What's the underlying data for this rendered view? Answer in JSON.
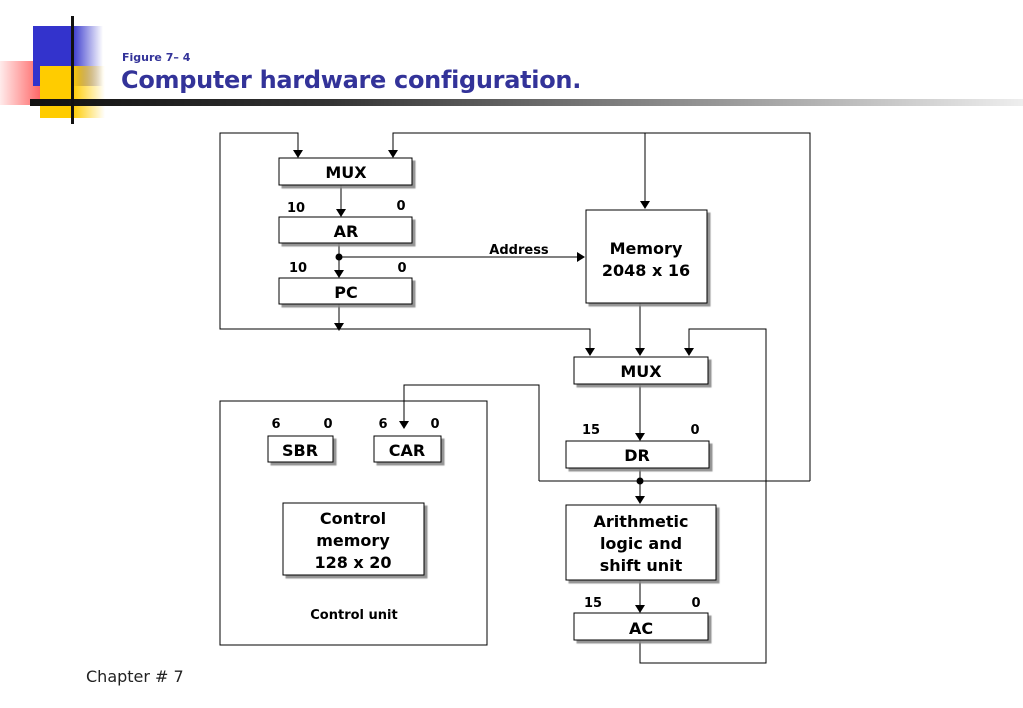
{
  "header": {
    "figure_number": "Figure 7– 4",
    "title": "Computer hardware configuration."
  },
  "footer": {
    "text": "Chapter # 7"
  },
  "diagram": {
    "blocks": {
      "mux_top": {
        "label": "MUX"
      },
      "ar": {
        "label": "AR",
        "msb": "10",
        "lsb": "0"
      },
      "pc": {
        "label": "PC",
        "msb": "10",
        "lsb": "0"
      },
      "memory": {
        "line1": "Memory",
        "line2": "2048 x 16"
      },
      "mux_mid": {
        "label": "MUX"
      },
      "dr": {
        "label": "DR",
        "msb": "15",
        "lsb": "0"
      },
      "alu": {
        "line1": "Arithmetic",
        "line2": "logic and",
        "line3": "shift unit"
      },
      "ac": {
        "label": "AC",
        "msb": "15",
        "lsb": "0"
      },
      "sbr": {
        "label": "SBR",
        "msb": "6",
        "lsb": "0"
      },
      "car": {
        "label": "CAR",
        "msb": "6",
        "lsb": "0"
      },
      "control_memory": {
        "line1": "Control",
        "line2": "memory",
        "line3": "128 x 20"
      },
      "control_unit": {
        "label": "Control unit"
      }
    },
    "connections": {
      "address_label": "Address"
    }
  }
}
